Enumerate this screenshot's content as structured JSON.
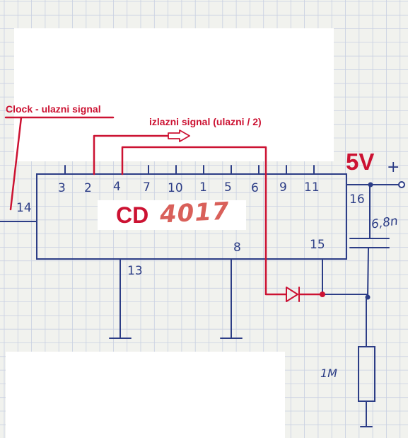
{
  "labels": {
    "clock_input": "Clock - ulazni signal",
    "divided_output": "izlazni signal (ulazni / 2)",
    "supply_voltage": "5V",
    "supply_plus": "+",
    "chip_prefix": "CD",
    "chip_number": "4017"
  },
  "pins": {
    "top": [
      "3",
      "2",
      "4",
      "7",
      "10",
      "1",
      "5",
      "6",
      "9",
      "11"
    ],
    "left": "14",
    "right": "16",
    "bottom_left": "13",
    "bottom_mid": "8",
    "bottom_right": "15"
  },
  "components": {
    "capacitor_value": "6,8n",
    "resistor_value": "1M"
  },
  "colors": {
    "ink_blue": "#2c3d86",
    "annotation_red": "#cc1232",
    "chip_number_red": "#d9605a",
    "grid_line": "#c9d0e2"
  }
}
